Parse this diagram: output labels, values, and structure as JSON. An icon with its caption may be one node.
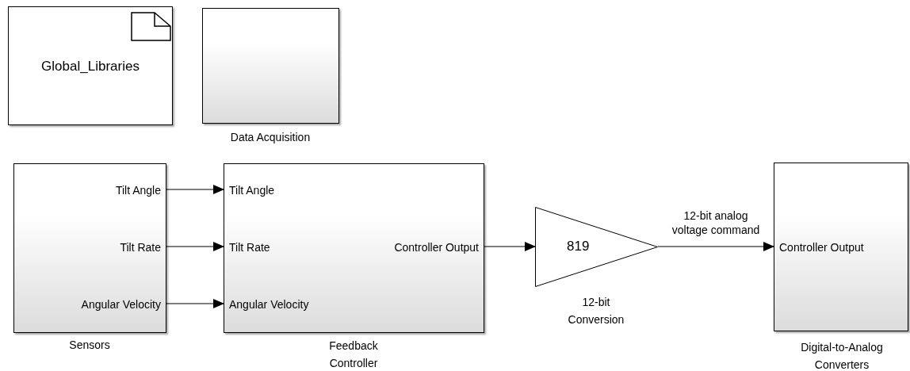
{
  "diagram": {
    "nodes": [
      {
        "text": [
          "Global_Libraries"
        ]
      },
      {
        "text": [],
        "shape": "box",
        "beside": [
          "Data Acquisition"
        ]
      },
      {
        "text": [
          "Tilt Angle",
          "Tilt Rate",
          "Angular Velocity"
        ],
        "beside": [
          "Sensors"
        ]
      },
      {
        "text": [
          "Tilt Angle",
          "Tilt Rate",
          "Angular Velocity",
          "Controller Output"
        ],
        "beside": [
          "Feedback Controller"
        ]
      },
      {
        "text": [
          "819"
        ],
        "beside": [
          "12-bit Conversion"
        ]
      },
      {
        "text": [
          "Controller Output"
        ],
        "beside": [
          "Digital-to-Analog Converters"
        ]
      }
    ],
    "edges": [
      {
        "from": 2,
        "to": 3,
        "arrow": "to"
      },
      {
        "from": 2,
        "to": 3,
        "arrow": "to"
      },
      {
        "from": 2,
        "to": 3,
        "arrow": "to"
      },
      {
        "from": 3,
        "to": 4,
        "arrow": "to"
      },
      {
        "from": 4,
        "to": 5,
        "arrow": "to",
        "label": "12-bit analog voltage command"
      }
    ]
  }
}
